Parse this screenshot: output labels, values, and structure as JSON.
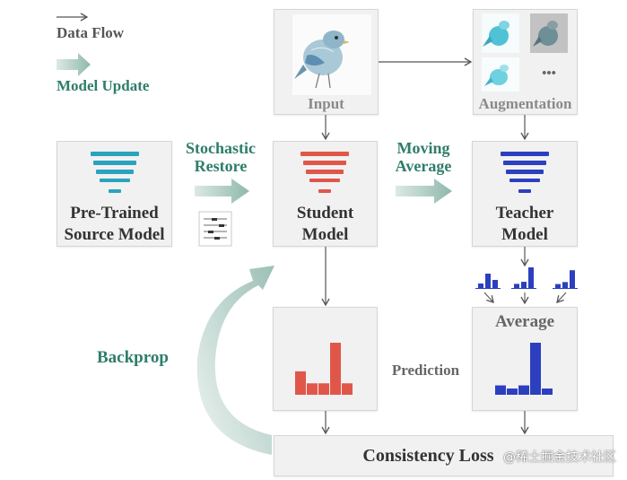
{
  "legend": {
    "data_flow_label": "Data Flow",
    "model_update_label": "Model Update"
  },
  "nodes": {
    "input_label": "Input",
    "augmentation_label": "Augmentation",
    "augmentation_more": "•••",
    "source_model_line1": "Pre-Trained",
    "source_model_line2": "Source Model",
    "student_line1": "Student",
    "student_line2": "Model",
    "teacher_line1": "Teacher",
    "teacher_line2": "Model",
    "average_label": "Average",
    "prediction_label": "Prediction",
    "consistency_loss_label": "Consistency Loss"
  },
  "edges": {
    "stochastic_line1": "Stochastic",
    "stochastic_line2": "Restore",
    "moving_line1": "Moving",
    "moving_line2": "Average",
    "backprop_label": "Backprop"
  },
  "colors": {
    "source": "#2aa3be",
    "student": "#e0574a",
    "teacher": "#2c3fbf",
    "update_arrow": "#8fb8ac",
    "teal_text": "#2e7d6a"
  },
  "bars": {
    "student_prediction": [
      0.45,
      0.22,
      0.22,
      1.0,
      0.22
    ],
    "teacher_average": [
      0.18,
      0.12,
      0.18,
      1.0,
      0.12
    ],
    "teacher_small_1": [
      0.25,
      0.8,
      0.45
    ],
    "teacher_small_2": [
      0.2,
      0.3,
      1.0
    ],
    "teacher_small_3": [
      0.2,
      0.3,
      0.9
    ]
  },
  "watermark": "@稀土掘金技术社区"
}
